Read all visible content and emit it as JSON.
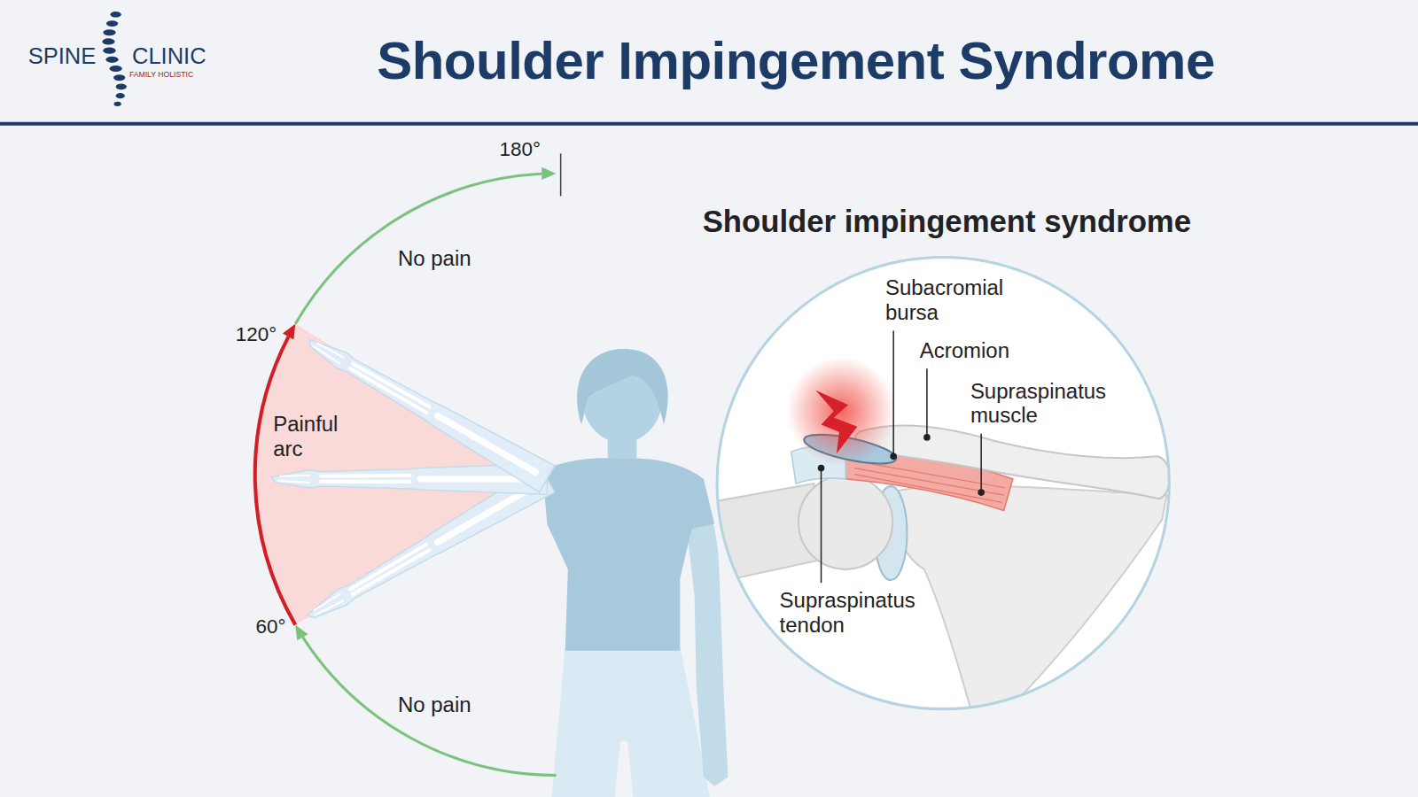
{
  "diagram": {
    "title": "Shoulder Impingement Syndrome",
    "nodes": [
      {
        "text": [
          "Shoulder impingement syndrome",
          "Subacromial bursa",
          "Acromion",
          "Supraspinatus muscle",
          "Supraspinatus tendon"
        ]
      }
    ],
    "labels": [
      "SPINE",
      "CLINIC",
      "FAMILY HOLISTIC",
      "180°",
      "No pain",
      "120°",
      "Painful arc",
      "60°",
      "No pain"
    ]
  }
}
